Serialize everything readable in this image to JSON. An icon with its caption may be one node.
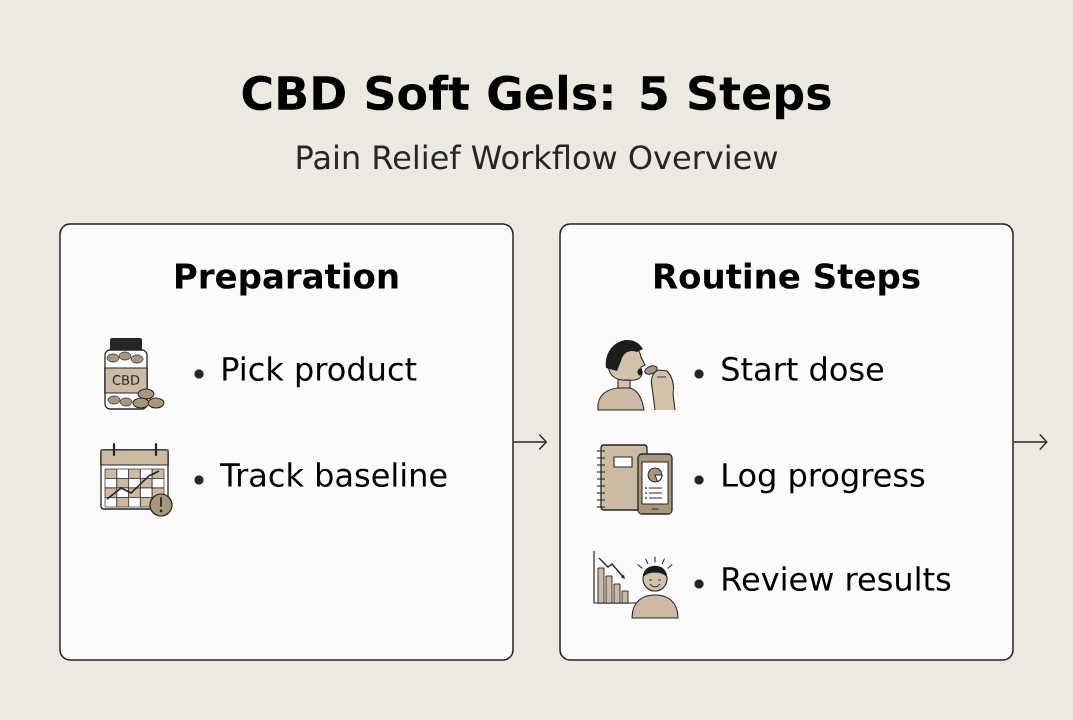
{
  "diagram": {
    "title": "CBD Soft Gels: 5 Steps",
    "nodes": [
      {
        "text": [
          "Preparation",
          "Pick product",
          "Track baseline"
        ]
      },
      {
        "text": [
          "Routine Steps",
          "Start dose",
          "Log progress",
          "Review results"
        ]
      }
    ],
    "edges": [
      {
        "from": 0,
        "to": 1,
        "arrow": "to"
      },
      {
        "from": 1,
        "to": null,
        "arrow": "to"
      }
    ],
    "labels": [
      "Pain Relief Workflow Overview",
      "CBD"
    ]
  }
}
